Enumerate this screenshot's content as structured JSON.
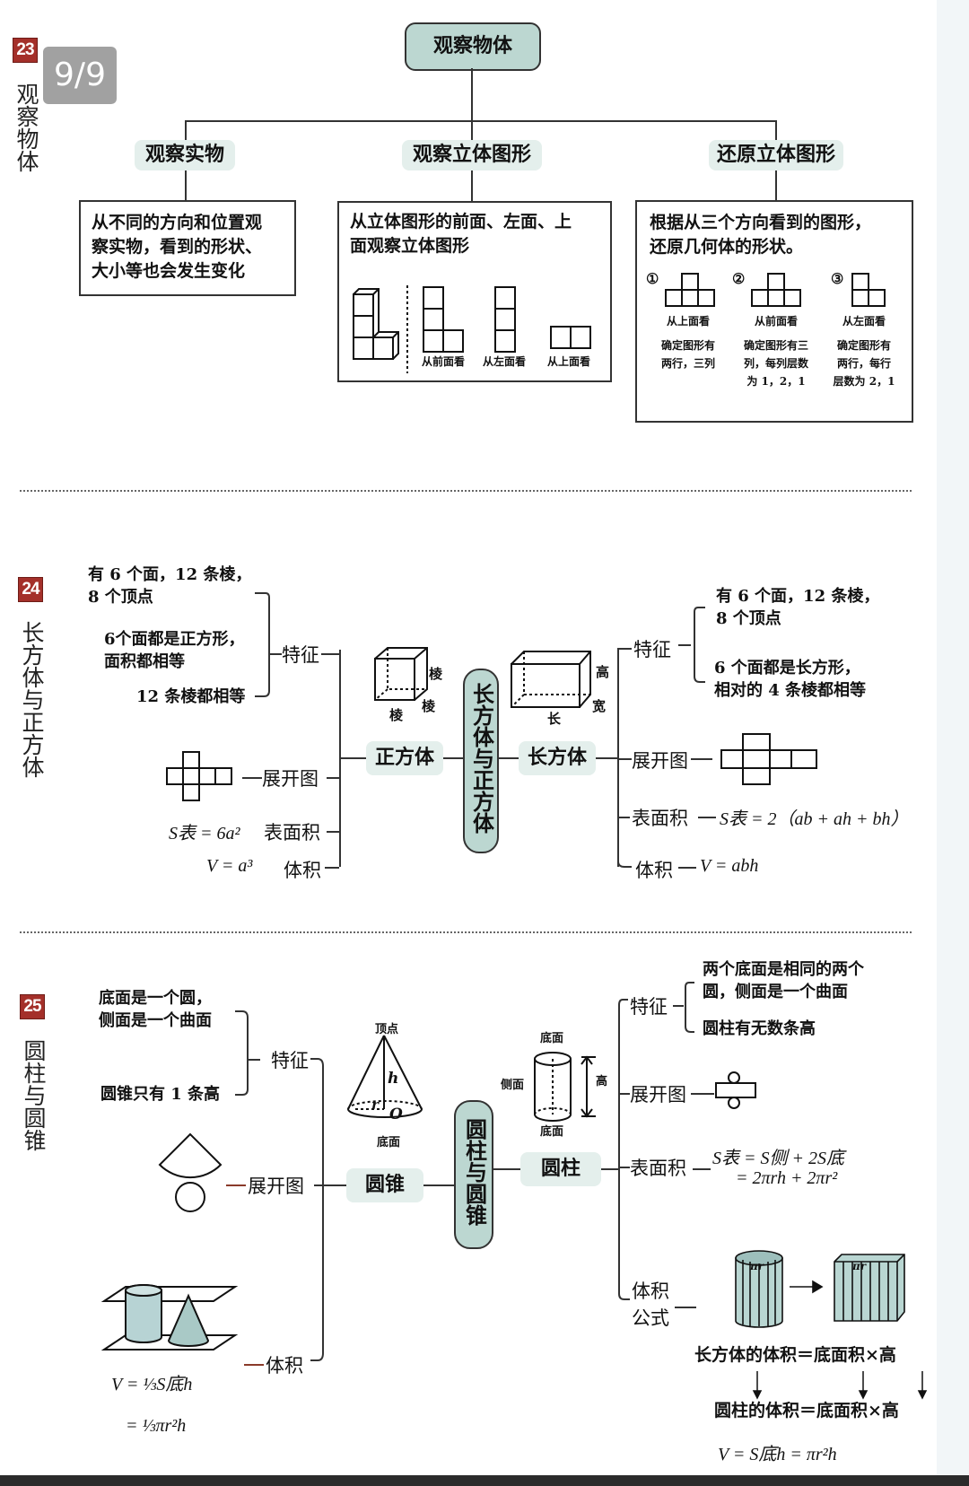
{
  "viewer": {
    "page_indicator": "9/9"
  },
  "colors": {
    "accent_teal": "#bcd7d1",
    "tag_bg": "#e4efec",
    "section_number_red": "#a4302a"
  },
  "sections": [
    {
      "number": "23",
      "title": "观察物体",
      "root": "观察物体",
      "branches": [
        {
          "label": "观察实物",
          "text": [
            "从不同的方向和位置观",
            "察实物，看到的形状、",
            "大小等也会发生变化"
          ]
        },
        {
          "label": "观察立体图形",
          "text": [
            "从立体图形的前面、左面、上",
            "面观察立体图形"
          ],
          "views": [
            "从前面看",
            "从左面看",
            "从上面看"
          ]
        },
        {
          "label": "还原立体图形",
          "text": [
            "根据从三个方向看到的图形，",
            "还原几何体的形状。"
          ],
          "steps": [
            {
              "num": "①",
              "view": "从上面看",
              "desc": [
                "确定图形有",
                "两行，三列"
              ]
            },
            {
              "num": "②",
              "view": "从前面看",
              "desc": [
                "确定图形有三",
                "列，每列层数",
                "为 1，2，1"
              ]
            },
            {
              "num": "③",
              "view": "从左面看",
              "desc": [
                "确定图形有",
                "两行，每行",
                "层数为 2，1"
              ]
            }
          ]
        }
      ]
    },
    {
      "number": "24",
      "title": "长方体与正方体",
      "center": "长方体与正方体",
      "cube": {
        "label": "正方体",
        "figure_labels": [
          "棱",
          "棱",
          "棱"
        ],
        "feature_label": "特征",
        "features": [
          "有 6 个面，12 条棱，",
          "8 个顶点",
          "6个面都是正方形，",
          "面积都相等",
          "12 条棱都相等"
        ],
        "net_label": "展开图",
        "surface_label": "表面积",
        "surface_formula": "S表 = 6a²",
        "volume_label": "体积",
        "volume_formula": "V = a³"
      },
      "cuboid": {
        "label": "长方体",
        "figure_labels": [
          "高",
          "宽",
          "长"
        ],
        "feature_label": "特征",
        "features": [
          "有 6 个面，12 条棱，",
          "8 个顶点",
          "6 个面都是长方形，",
          "相对的 4 条棱都相等"
        ],
        "net_label": "展开图",
        "surface_label": "表面积",
        "surface_formula": "S表 = 2（ab + ah + bh）",
        "volume_label": "体积",
        "volume_formula": "V = abh"
      }
    },
    {
      "number": "25",
      "title": "圆柱与圆锥",
      "center": "圆柱与圆锥",
      "cone": {
        "label": "圆锥",
        "figure_labels": {
          "apex": "顶点",
          "h": "h",
          "r": "r",
          "o": "O",
          "base": "底面"
        },
        "feature_label": "特征",
        "features": [
          "底面是一个圆，",
          "侧面是一个曲面",
          "圆锥只有 1 条高"
        ],
        "net_label": "展开图",
        "volume_label": "体积",
        "volume_formula_1": "V = ⅓S底h",
        "volume_formula_2": "= ⅓πr²h"
      },
      "cylinder": {
        "label": "圆柱",
        "figure_labels": {
          "top": "底面",
          "side": "侧面",
          "height": "高",
          "bottom": "底面"
        },
        "feature_label": "特征",
        "features": [
          "两个底面是相同的两个",
          "圆，侧面是一个曲面",
          "圆柱有无数条高"
        ],
        "net_label": "展开图",
        "surface_label": "表面积",
        "surface_formula_1": "S表 = S侧 + 2S底",
        "surface_formula_2": "= 2πrh + 2πr²",
        "volume_label_1": "体积",
        "volume_label_2": "公式",
        "derivation_1": "长方体的体积＝底面积×高",
        "derivation_2": "圆柱的体积＝底面积×高",
        "volume_formula": "V = S底h = πr²h",
        "slice_label": "πr"
      }
    }
  ]
}
